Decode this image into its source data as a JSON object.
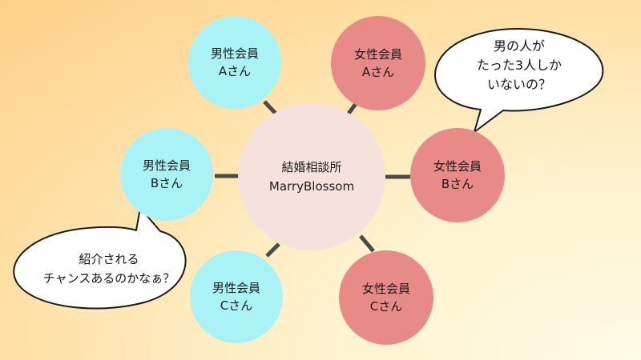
{
  "center": {
    "line1": "結婚相談所",
    "line2": "MarryBlossom"
  },
  "members": [
    {
      "id": "male-a",
      "line1": "男性会員",
      "line2": "Aさん",
      "gender": "male"
    },
    {
      "id": "male-b",
      "line1": "男性会員",
      "line2": "Bさん",
      "gender": "male"
    },
    {
      "id": "male-c",
      "line1": "男性会員",
      "line2": "Cさん",
      "gender": "male"
    },
    {
      "id": "female-a",
      "line1": "女性会員",
      "line2": "Aさん",
      "gender": "female"
    },
    {
      "id": "female-b",
      "line1": "女性会員",
      "line2": "Bさん",
      "gender": "female"
    },
    {
      "id": "female-c",
      "line1": "女性会員",
      "line2": "Cさん",
      "gender": "female"
    }
  ],
  "bubbles": {
    "female_b": {
      "line1": "男の人が",
      "line2": "たった3人しか",
      "line3": "いないの？"
    },
    "male_b": {
      "line1": "紹介される",
      "line2": "チャンスあるのかなぁ？"
    }
  },
  "colors": {
    "male": "#a9f3f7",
    "female": "#e88a87",
    "center": "#f5e2dd",
    "connector": "#4a4a4a"
  }
}
